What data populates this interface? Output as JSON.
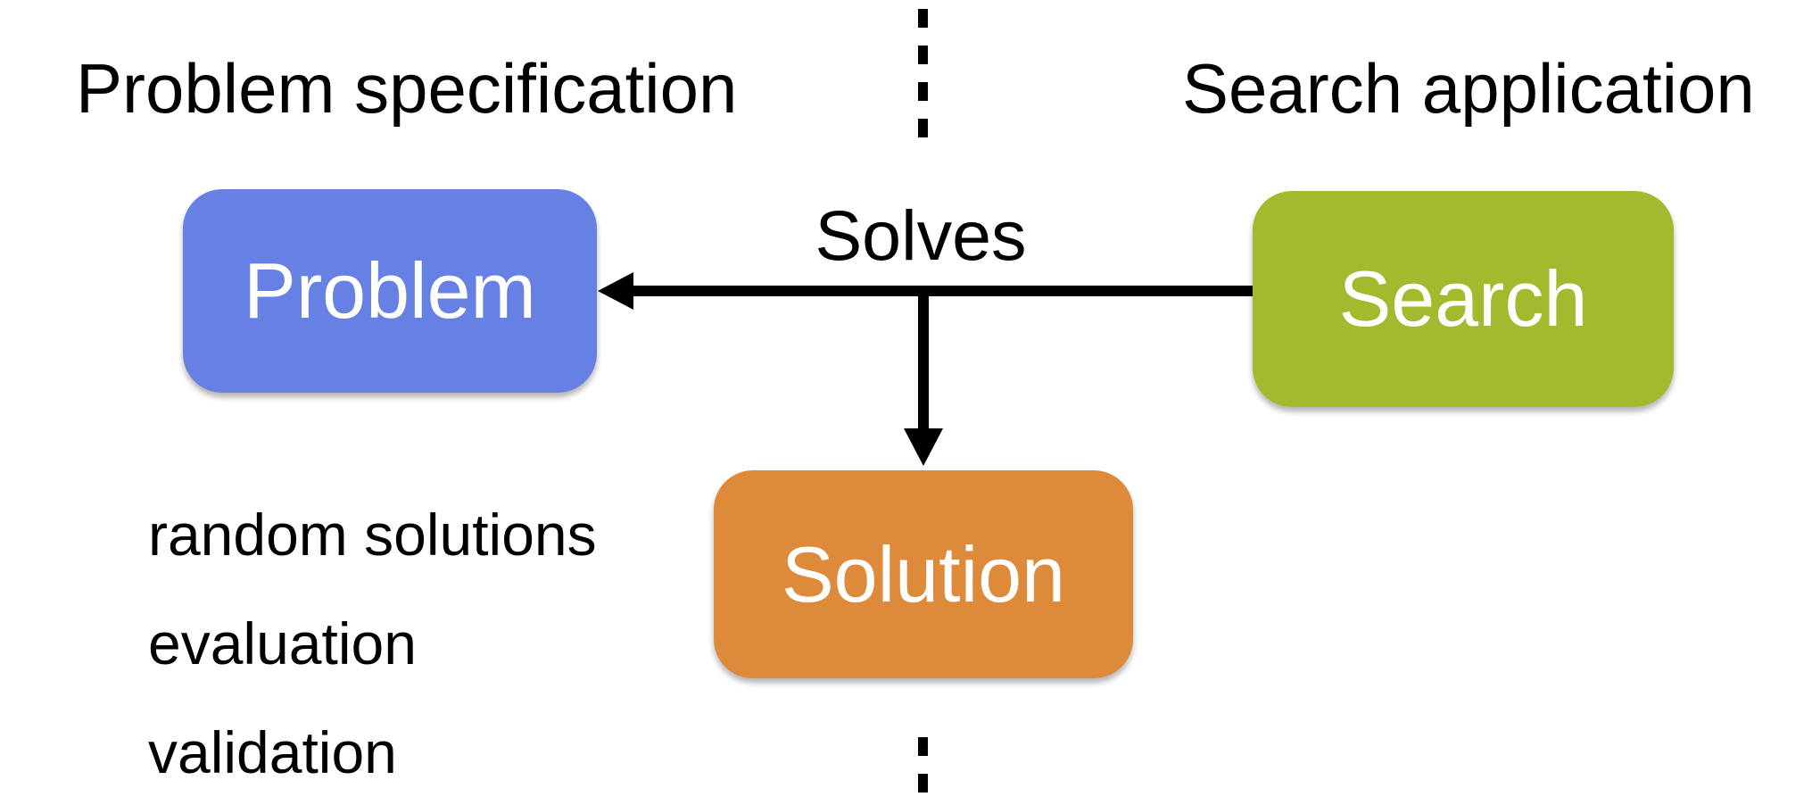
{
  "background": "#ffffff",
  "sections": {
    "left_title": "Problem specification",
    "right_title": "Search application"
  },
  "nodes": {
    "problem": {
      "label": "Problem",
      "fill": "#6780e4",
      "text_color": "#ffffff"
    },
    "search": {
      "label": "Search",
      "fill": "#a3ba2f",
      "text_color": "#ffffff"
    },
    "solution": {
      "label": "Solution",
      "fill": "#dd8a3b",
      "text_color": "#ffffff"
    }
  },
  "edges": {
    "solves": {
      "label": "Solves",
      "from": "Search",
      "to": "Problem",
      "branch_to": "Solution",
      "color": "#000000"
    }
  },
  "notes": {
    "lines": [
      "random solutions",
      "evaluation",
      "validation"
    ]
  },
  "divider": {
    "style": "dashed",
    "color": "#000000"
  }
}
